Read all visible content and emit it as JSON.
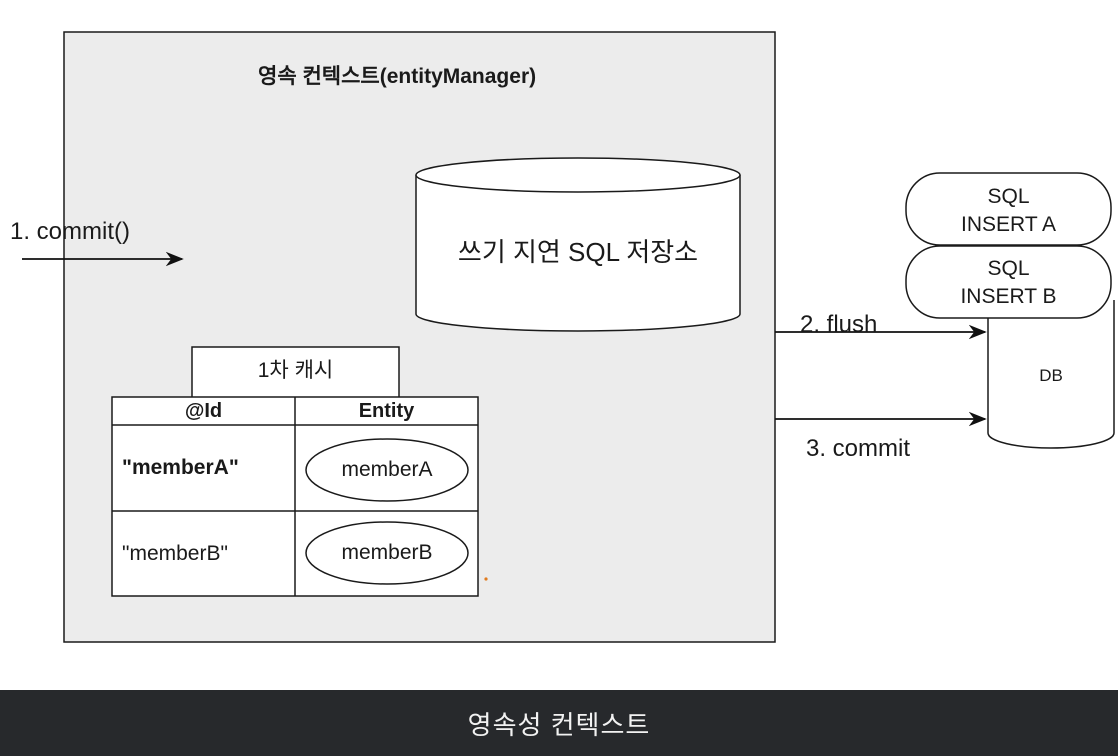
{
  "diagram": {
    "context_title": "영속 컨텍스트(entityManager)",
    "commit_call_label": "1. commit()",
    "write_behind_store_label": "쓰기 지연 SQL 저장소",
    "cache_title": "1차 캐시",
    "cache_table": {
      "headers": [
        "@Id",
        "Entity"
      ],
      "rows": [
        {
          "id": "\"memberA\"",
          "entity": "memberA"
        },
        {
          "id": "\"memberB\"",
          "entity": "memberB"
        }
      ]
    },
    "flush_label": "2. flush",
    "commit_label": "3. commit",
    "sql_queue": [
      {
        "line1": "SQL",
        "line2": "INSERT A"
      },
      {
        "line1": "SQL",
        "line2": "INSERT B"
      }
    ],
    "db_label": "DB"
  },
  "caption": "영속성 컨텍스트"
}
